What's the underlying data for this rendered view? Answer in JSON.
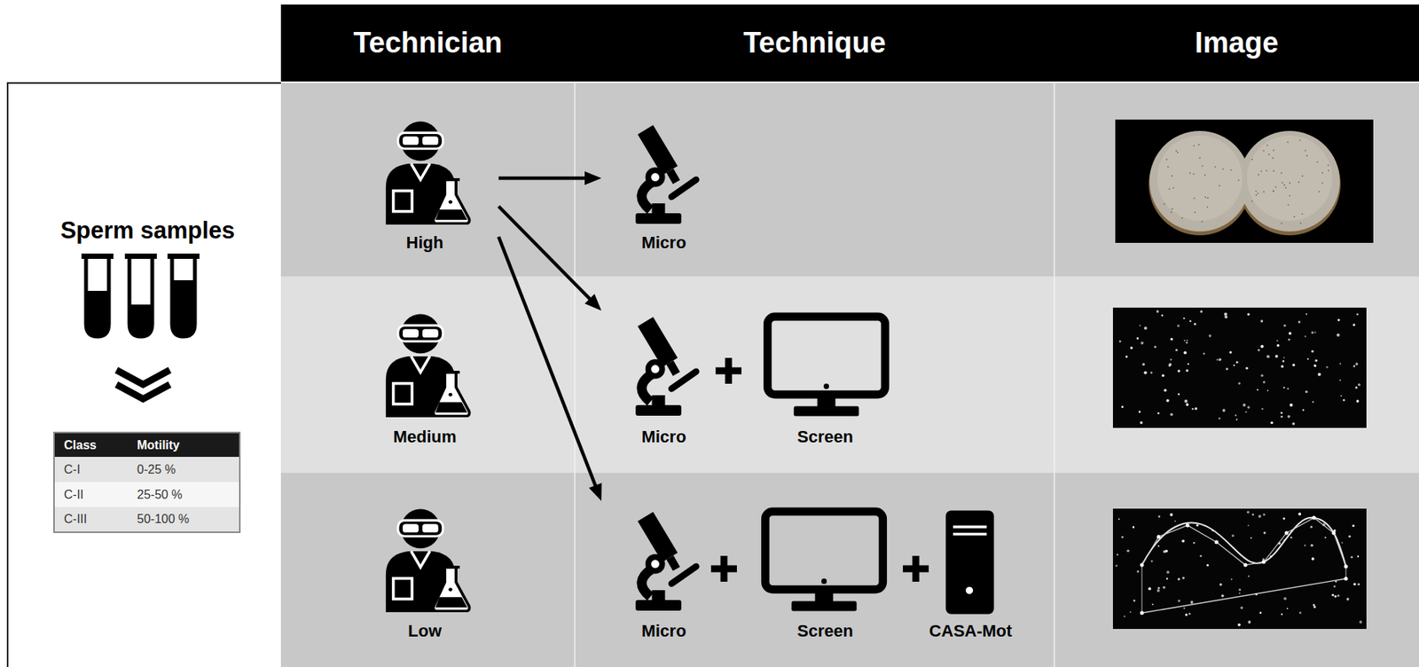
{
  "diagram": {
    "nodes": [
      {
        "text": [
          "Technician"
        ]
      },
      {
        "text": [
          "Technique"
        ]
      },
      {
        "text": [
          "Image"
        ]
      },
      {
        "text": [
          "Sperm samples"
        ]
      },
      {
        "text": [
          "High"
        ]
      },
      {
        "text": [
          "Micro"
        ]
      },
      {
        "text": [
          "Medium"
        ]
      },
      {
        "text": [
          "Micro",
          "Screen"
        ]
      },
      {
        "text": [
          "Low"
        ]
      },
      {
        "text": [
          "Micro",
          "Screen",
          "CASA-Mot"
        ]
      }
    ],
    "edges": [
      {
        "from": 4,
        "to": 5,
        "arrow": "to"
      },
      {
        "from": 4,
        "to": 7,
        "arrow": "to"
      },
      {
        "from": 4,
        "to": 9,
        "arrow": "to"
      }
    ],
    "labels": [
      "Class",
      "Motility",
      "C-I",
      "0-25 %",
      "C-II",
      "25-50 %",
      "C-III",
      "50-100 %"
    ]
  }
}
